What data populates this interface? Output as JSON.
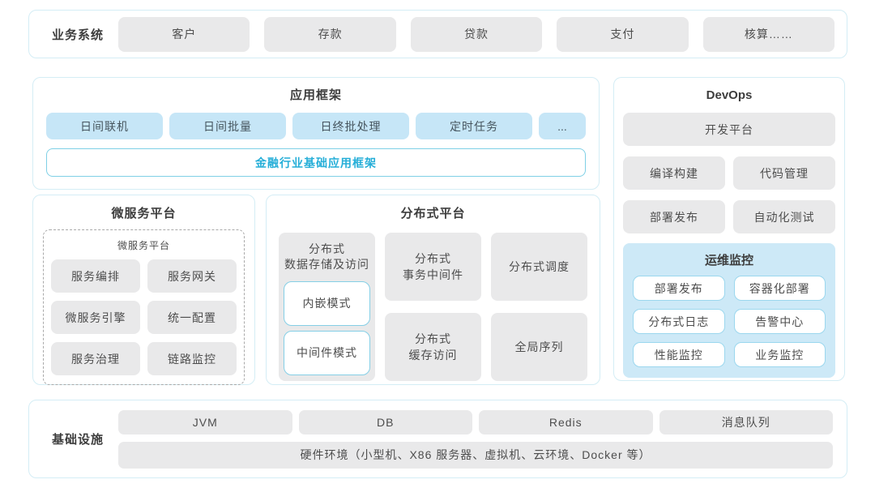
{
  "business": {
    "title": "业务系统",
    "items": [
      "客户",
      "存款",
      "贷款",
      "支付",
      "核算……"
    ]
  },
  "app_framework": {
    "title": "应用框架",
    "items": [
      "日间联机",
      "日间批量",
      "日终批处理",
      "定时任务",
      "..."
    ],
    "base": "金融行业基础应用框架"
  },
  "devops": {
    "title": "DevOps",
    "platform": "开发平台",
    "items": [
      "编译构建",
      "代码管理",
      "部署发布",
      "自动化测试"
    ],
    "monitor": {
      "title": "运维监控",
      "items": [
        "部署发布",
        "容器化部署",
        "分布式日志",
        "告警中心",
        "性能监控",
        "业务监控"
      ]
    }
  },
  "microservice": {
    "title": "微服务平台",
    "inner_title": "微服务平台",
    "items": [
      "服务编排",
      "服务网关",
      "微服务引擎",
      "统一配置",
      "服务治理",
      "链路监控"
    ]
  },
  "distributed": {
    "title": "分布式平台",
    "storage": {
      "label": "分布式\n数据存储及访问",
      "modes": [
        "内嵌模式",
        "中间件模式"
      ]
    },
    "cells": [
      "分布式\n事务中间件",
      "分布式调度",
      "分布式\n缓存访问",
      "全局序列"
    ]
  },
  "infrastructure": {
    "title": "基础设施",
    "items": [
      "JVM",
      "DB",
      "Redis",
      "消息队列"
    ],
    "hardware": "硬件环境（小型机、X86 服务器、虚拟机、云环境、Docker 等）"
  },
  "colors": {
    "panel_border": "#d4edf5",
    "gray_block": "#e9e9ea",
    "blue_block": "#c6e6f7",
    "monitor_bg": "#cde9f7",
    "accent_border": "#7fd0e6",
    "accent_text": "#25aed8"
  }
}
